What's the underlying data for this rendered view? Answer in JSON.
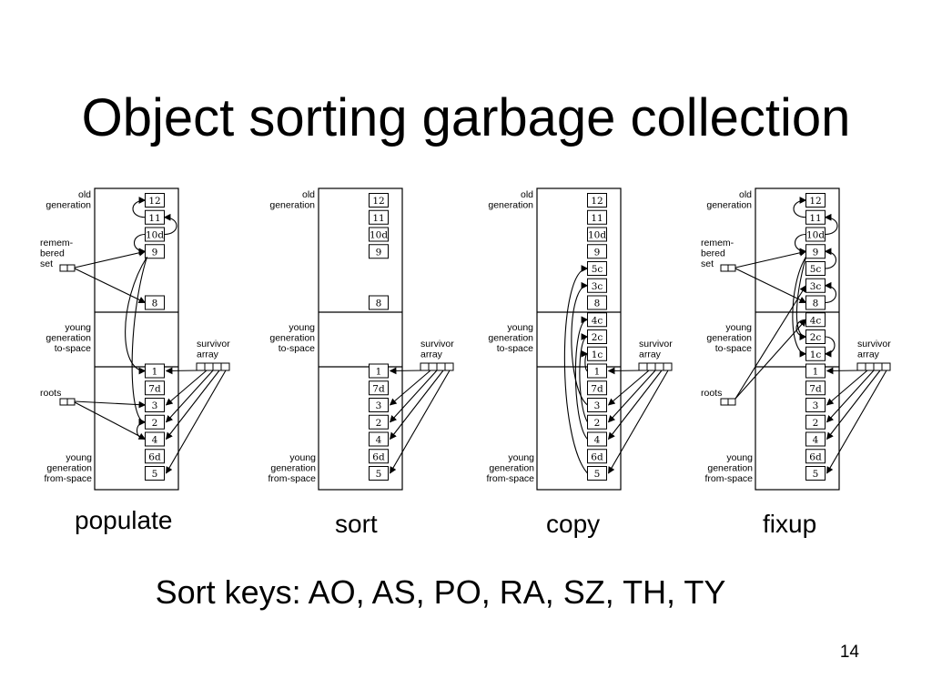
{
  "title": "Object sorting garbage collection",
  "labels": {
    "old_generation": [
      "old",
      "generation"
    ],
    "remembered_set": [
      "remem-",
      "bered",
      "set"
    ],
    "young_to_space": [
      "young",
      "generation",
      "to-space"
    ],
    "survivor_array": [
      "survivor",
      "array"
    ],
    "roots": "roots",
    "young_from_space": [
      "young",
      "generation",
      "from-space"
    ]
  },
  "panels": [
    {
      "caption": "populate",
      "old": [
        "12",
        "11",
        "10d",
        "9",
        "",
        "",
        "8"
      ],
      "to": [
        "",
        "",
        ""
      ],
      "from": [
        "1",
        "7d",
        "3",
        "2",
        "4",
        "6d",
        "5"
      ],
      "remembered_set": true,
      "roots": true
    },
    {
      "caption": "sort",
      "old": [
        "12",
        "11",
        "10d",
        "9",
        "",
        "",
        "8"
      ],
      "to": [
        "",
        "",
        ""
      ],
      "from": [
        "1",
        "7d",
        "3",
        "2",
        "4",
        "6d",
        "5"
      ],
      "remembered_set": false,
      "roots": false
    },
    {
      "caption": "copy",
      "old": [
        "12",
        "11",
        "10d",
        "9",
        "5c",
        "3c",
        "8"
      ],
      "to": [
        "4c",
        "2c",
        "1c"
      ],
      "from": [
        "1",
        "7d",
        "3",
        "2",
        "4",
        "6d",
        "5"
      ],
      "remembered_set": false,
      "roots": false
    },
    {
      "caption": "fixup",
      "old": [
        "12",
        "11",
        "10d",
        "9",
        "5c",
        "3c",
        "8"
      ],
      "to": [
        "4c",
        "2c",
        "1c"
      ],
      "from": [
        "1",
        "7d",
        "3",
        "2",
        "4",
        "6d",
        "5"
      ],
      "remembered_set": true,
      "roots": true
    }
  ],
  "sort_keys": "Sort keys: AO, AS, PO, RA, SZ, TH, TY",
  "page_number": "14"
}
